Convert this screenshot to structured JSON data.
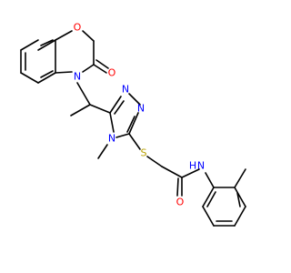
{
  "colors": {
    "bond": "#000000",
    "background": "#ffffff",
    "O": "#ff0000",
    "N": "#0000ff",
    "S": "#b8a000",
    "C": "#000000"
  },
  "atoms": {
    "o_ring": "O",
    "n_ring": "N",
    "o_carbonyl1": "O",
    "n_triazole1": "N",
    "n_triazole2": "N",
    "n_triazole_me": "N",
    "s_thio": "S",
    "o_amide": "O",
    "n_amide": "N",
    "h_amide": "H"
  }
}
